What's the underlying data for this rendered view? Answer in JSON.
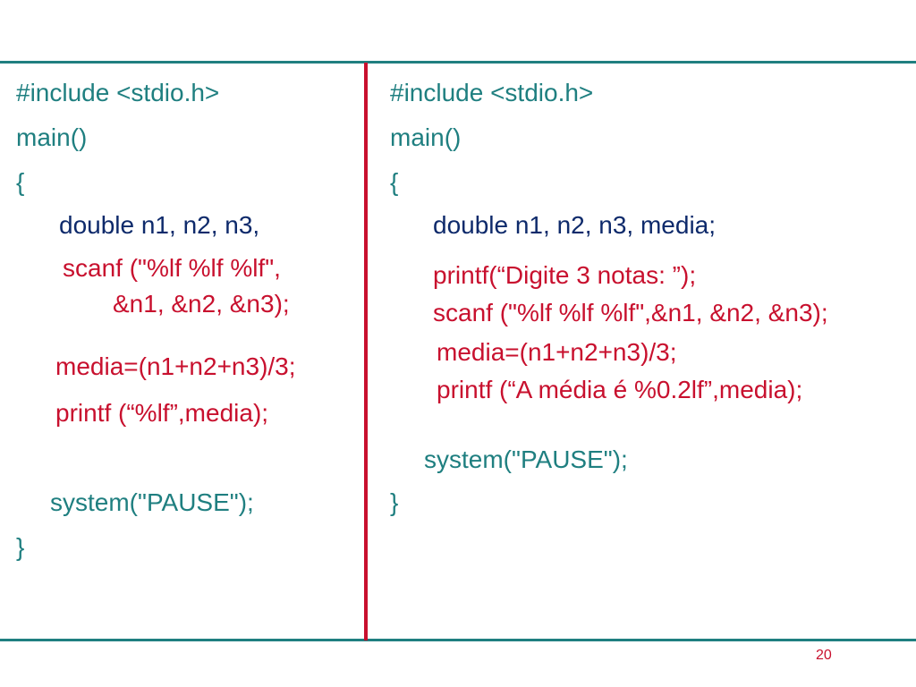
{
  "colors": {
    "rule": "#1f7f80",
    "divider": "#c8102e",
    "structure": "#1f7f80",
    "declaration": "#0e2a6b",
    "statement": "#c8102e",
    "slide_number": "#c8102e"
  },
  "left_code": {
    "include": "#include <stdio.h>",
    "main": "main()",
    "open_brace": "{",
    "declaration": "double n1, n2, n3,",
    "scanf_line1": "scanf (\"%lf %lf %lf\",",
    "scanf_line2": "&n1, &n2, &n3);",
    "media": "media=(n1+n2+n3)/3;",
    "printf": "printf (“%lf”,media);",
    "system": "system(\"PAUSE\");",
    "close_brace": "}"
  },
  "right_code": {
    "include": "#include <stdio.h>",
    "main": "main()",
    "open_brace": "{",
    "declaration": "double n1, n2, n3, media;",
    "printf_prompt": "printf(“Digite 3 notas: ”);",
    "scanf": "scanf (\"%lf %lf %lf\",&n1, &n2, &n3);",
    "media": "media=(n1+n2+n3)/3;",
    "printf_result": "printf (“A média é %0.2lf”,media);",
    "system": "system(\"PAUSE\");",
    "close_brace": "}"
  },
  "slide_number": "20"
}
